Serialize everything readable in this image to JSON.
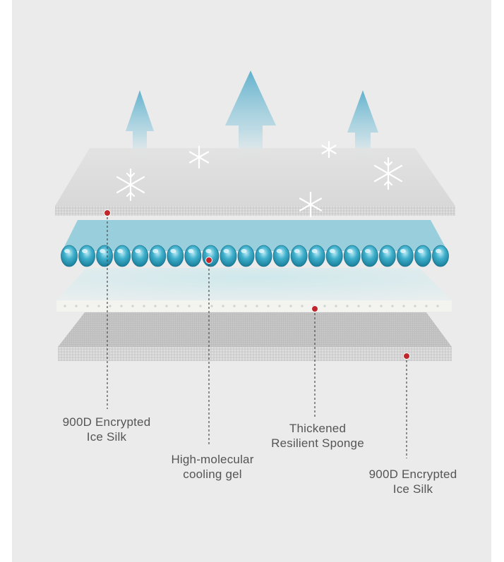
{
  "labels": [
    {
      "id": "top-silk",
      "line1": "900D Encrypted",
      "line2": "Ice Silk"
    },
    {
      "id": "gel",
      "line1": "High-molecular",
      "line2": "cooling gel"
    },
    {
      "id": "sponge",
      "line1": "Thickened",
      "line2": "Resilient Sponge"
    },
    {
      "id": "bottom-silk",
      "line1": "900D Encrypted",
      "line2": "Ice Silk"
    }
  ],
  "colors": {
    "panel": "#ebebeb",
    "label_text": "#555555",
    "marker": "#c0262b",
    "gel": "#2fa3c0",
    "arrow": "#6fb6cf"
  }
}
